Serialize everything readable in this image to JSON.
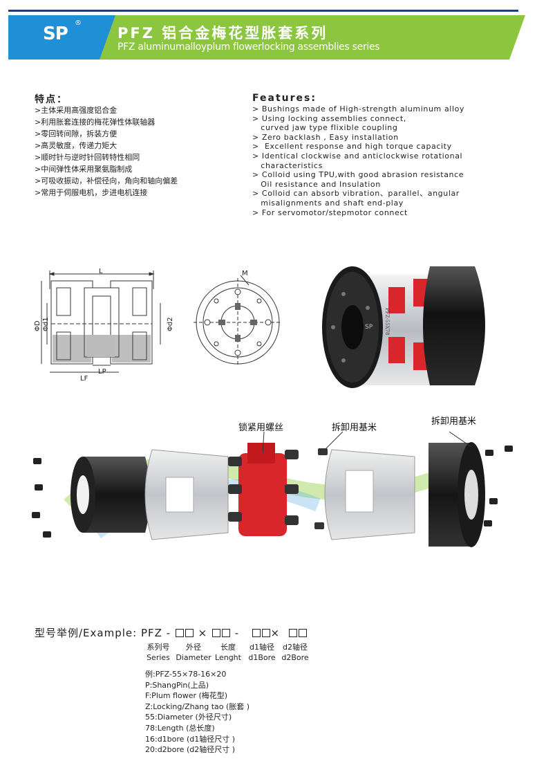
{
  "header": {
    "logo": "SP",
    "logo_mark": "®",
    "title_cn": "PFZ 铝合金梅花型胀套系列",
    "title_en": "PFZ aluminumalloyplum flowerlocking assemblies series",
    "colors": {
      "banner": "#8cc63f",
      "logo_panel": "#1f8fd6",
      "top_rule": "#1f3f7a",
      "spider": "#d8262b"
    }
  },
  "features_cn": {
    "heading": "特点：",
    "items": [
      ">主体采用高强度铝合金",
      ">利用胀套连接的梅花弹性体联轴器",
      ">零回转间隙，拆装方便",
      ">高灵敏度，传递力矩大",
      ">顺时针与逆时针回转特性相同",
      ">中间弹性体采用聚氨脂制成",
      ">可吸收振动，补偿径向，角向和轴向偏差",
      ">常用于伺服电机，步进电机连接"
    ]
  },
  "features_en": {
    "heading": "Features:",
    "items": [
      "> Bushings made of High-strength aluminum alloy",
      "> Using locking assemblies connect,",
      "   curved jaw type flixible coupling",
      "> Zero backlash , Easy installation",
      ">  Excellent response and high torque capacity",
      "> Identical clockwise and anticlockwise rotational",
      "   characteristics",
      "> Colloid using TPU,with good abrasion resistance",
      "   Oil resistance and Insulation",
      "> Colloid can absorb vibration、parallel、angular",
      "   misalignments and shaft end-play",
      "> For servomotor/stepmotor connect"
    ]
  },
  "drawing": {
    "L": "L",
    "LF": "LF",
    "LP": "LP",
    "PhiD": "ΦD",
    "Phid1": "Φd1",
    "Phid2": "Φd2",
    "M": "M"
  },
  "product": {
    "engraving": "PFZ-55X78",
    "logo": "SP"
  },
  "callouts": {
    "screw": "锁紧用螺丝",
    "datum1": "拆卸用基米",
    "datum2": "拆卸用基米"
  },
  "example": {
    "prefix": "型号举例/Example: PFZ - ",
    "times": "×",
    "dash": " - ",
    "columns": [
      {
        "cn": "系列号",
        "en": "Series"
      },
      {
        "cn": "外径",
        "en": "Diameter"
      },
      {
        "cn": "长度",
        "en": "Lenght"
      },
      {
        "cn": "d1轴径",
        "en": "d1Bore"
      },
      {
        "cn": "d2轴径",
        "en": "d2Bore"
      }
    ],
    "notes": [
      "例:PFZ-55×78-16×20",
      "P:ShangPin(上品)",
      "F:Plum flower (梅花型)",
      "Z:Locking/Zhang tao (胀套 )",
      "55:Diameter (外径尺寸)",
      "78:Length (总长度)",
      "16:d1bore (d1轴径尺寸 )",
      "20:d2bore (d2轴径尺寸 )"
    ]
  }
}
